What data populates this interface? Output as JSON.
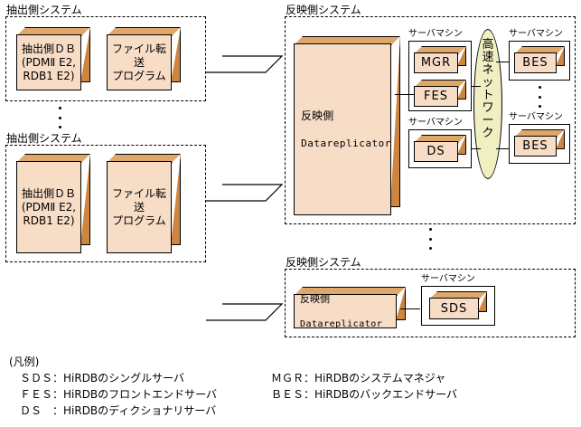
{
  "diagram": {
    "title_note": "HiRDB Datareplicator system configuration diagram",
    "colors": {
      "box_front": "#F7DCC6",
      "box_side": "#CE8540",
      "box_top": "#DFA86A",
      "network_oval": "#EFEFC2",
      "line": "#000000",
      "background": "#FFFFFF"
    }
  },
  "extraction_systems": [
    {
      "label": "抽出側システム",
      "boxes": [
        {
          "name": "extraction-db",
          "text": "抽出側ＤＢ\n(PDMⅡ E2,\n  RDB1 E2)"
        },
        {
          "name": "file-transfer-program",
          "text": "ファイル転送\nプログラム"
        }
      ]
    },
    {
      "label": "抽出側システム",
      "boxes": [
        {
          "name": "extraction-db",
          "text": "抽出側ＤＢ\n(PDMⅡ E2,\n  RDB1 E2)"
        },
        {
          "name": "file-transfer-program",
          "text": "ファイル転送\nプログラム"
        }
      ]
    }
  ],
  "reflection_system_main": {
    "label": "反映側システム",
    "datareplicator": {
      "line1": "反映側",
      "line2": "Datareplicator"
    },
    "machine_label": "サーバマシン",
    "machines": [
      {
        "name": "machine-mgr-fes",
        "label": "サーバマシン",
        "servers": [
          "MGR",
          "FES"
        ]
      },
      {
        "name": "machine-ds",
        "label": "サーバマシン",
        "servers": [
          "DS"
        ]
      },
      {
        "name": "machine-bes-1",
        "label": "サーバマシン",
        "servers": [
          "BES"
        ]
      },
      {
        "name": "machine-bes-2",
        "label": "サーバマシン",
        "servers": [
          "BES"
        ]
      }
    ],
    "network": {
      "name": "high-speed-network",
      "chars": [
        "高",
        "速",
        "ネ",
        "ッ",
        "ト",
        "ワ",
        "ー",
        "ク"
      ]
    }
  },
  "reflection_system_secondary": {
    "label": "反映側システム",
    "datareplicator": {
      "line1": "反映側",
      "line2": "Datareplicator"
    },
    "machine": {
      "label": "サーバマシン",
      "server": "SDS"
    }
  },
  "legend": {
    "title": "(凡例)",
    "left_entries": [
      "ＳＤＳ：HiRDBのシングルサーバ",
      "ＦＥＳ：HiRDBのフロントエンドサーバ",
      "ＤＳ　：HiRDBのディクショナリサーバ"
    ],
    "right_entries": [
      "ＭＧＲ：HiRDBのシステムマネジャ",
      "ＢＥＳ：HiRDBのバックエンドサーバ"
    ]
  }
}
